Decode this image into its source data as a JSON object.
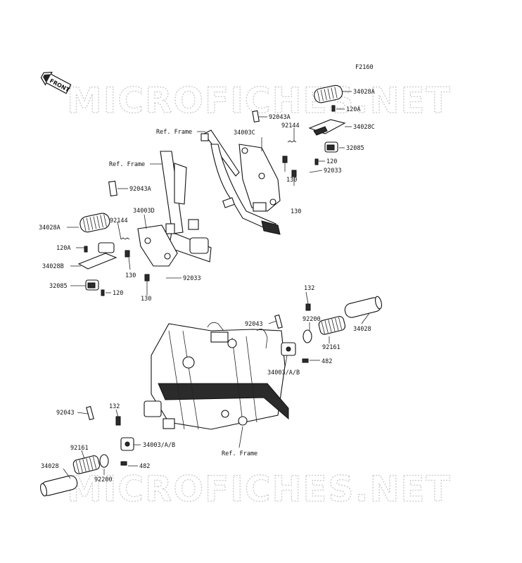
{
  "figure_code": "F2160",
  "front_label": "FRONT",
  "watermark": "MICROFICHES.NET",
  "labels": {
    "p34028A_r": "34028A",
    "p120A_r": "120A",
    "p92043A_r": "92043A",
    "p92144_r": "92144",
    "p34028C": "34028C",
    "p34003C": "34003C",
    "p32085_r": "32085",
    "p120_r": "120",
    "p92033_r": "92033",
    "p130_r1": "130",
    "p130_r2": "130",
    "ref_frame_1": "Ref. Frame",
    "ref_frame_2": "Ref. Frame",
    "p92043A_l": "92043A",
    "p34003D": "34003D",
    "p34028A_l": "34028A",
    "p92144_l": "92144",
    "p120A_l": "120A",
    "p34028B": "34028B",
    "p130_l1": "130",
    "p32085_l": "32085",
    "p120_l": "120",
    "p92033_l": "92033",
    "p130_l2": "130",
    "p132_r": "132",
    "p92043_r": "92043",
    "p92200_r": "92200",
    "p34028_r": "34028",
    "p92161_r": "92161",
    "p34003AB_r": "34003/A/B",
    "p482_r": "482",
    "p92043_l": "92043",
    "p132_l": "132",
    "p34003AB_l": "34003/A/B",
    "p92161_l": "92161",
    "p34028_l": "34028",
    "p92200_l": "92200",
    "p482_l": "482",
    "ref_frame_3": "Ref. Frame"
  }
}
